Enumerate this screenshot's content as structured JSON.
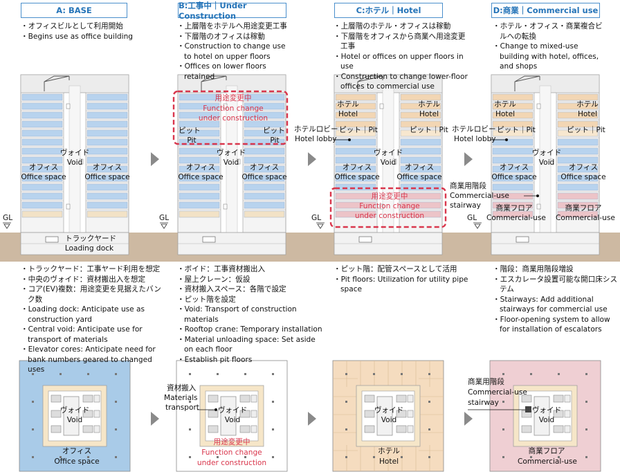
{
  "columns": [
    {
      "header": "A: BASE",
      "top_items": [
        "・オフィスビルとして利用開始",
        "・Begins use as office building"
      ],
      "labels": {
        "void_jp": "ヴォイド",
        "void_en": "Void",
        "office_jp": "オフィス",
        "office_en": "Office space",
        "dock_jp": "トラックヤード",
        "dock_en": "Loading dock",
        "gl": "GL"
      },
      "bottom_items": [
        "・トラックヤード：工事ヤード利用を想定",
        "・中央のヴォイド：資材搬出入を想定",
        "・コア(EV)複数：用途変更を見据えたバンク数",
        "・Loading dock: Anticipate use as construction yard",
        "・Central void: Anticipate use for transport of materials",
        "・Elevator cores: Anticipate need for bank numbers geared to changed uses"
      ],
      "plan_labels": {
        "void_jp": "ヴォイド",
        "void_en": "Void",
        "office_jp": "オフィス",
        "office_en": "Office space"
      }
    },
    {
      "header": "B:工事中｜Under Construction",
      "top_items": [
        "・上層階をホテルへ用途変更工事",
        "・下層階のオフィスは稼動",
        "・Construction to change use to hotel on upper floors",
        "・Offices on lower floors retained"
      ],
      "labels": {
        "conv_jp": "用途変更中",
        "conv_en1": "Function change",
        "conv_en2": "under construction",
        "pit_jp": "ピット",
        "pit_en": "Pit",
        "void_jp": "ヴォイド",
        "void_en": "Void",
        "office_jp": "オフィス",
        "office_en": "Office space",
        "gl": "GL"
      },
      "bottom_items": [
        "・ボイド：工事資材搬出入",
        "・屋上クレーン：仮設",
        "・資材搬入スペース：各階で設定",
        "・ピット階を設定",
        "・Void: Transport of construction materials",
        "・Rooftop crane: Temporary installation",
        "・Material unloading space: Set aside on each floor",
        "・Establish pit floors"
      ],
      "plan_labels": {
        "mat_jp": "資材搬入",
        "mat_en1": "Materials",
        "mat_en2": "transport",
        "void_jp": "ヴォイド",
        "void_en": "Void",
        "conv_jp": "用途変更中",
        "conv_en1": "Function change",
        "conv_en2": "under construction"
      }
    },
    {
      "header": "C:ホテル｜Hotel",
      "top_items": [
        "・上層階のホテル・オフィスは稼動",
        "・下層階をオフィスから商業へ用途変更工事",
        "・Hotel or offices on upper floors in use",
        "・Construction to change lower-floor offices to commercial use"
      ],
      "labels": {
        "hotel_jp": "ホテル",
        "hotel_en": "Hotel",
        "pit": "ピット｜Pit",
        "lobby_jp": "ホテルロビー",
        "lobby_en": "Hotel lobby",
        "void_jp": "ヴォイド",
        "void_en": "Void",
        "office_jp": "オフィス",
        "office_en": "Office space",
        "conv_jp": "用途変更中",
        "conv_en1": "Function change",
        "conv_en2": "under construction",
        "gl": "GL"
      },
      "bottom_items": [
        "・ピット階：配管スペースとして活用",
        "・Pit floors: Utilization for utility pipe space"
      ],
      "plan_labels": {
        "void_jp": "ヴォイド",
        "void_en": "Void",
        "hotel_jp": "ホテル",
        "hotel_en": "Hotel"
      }
    },
    {
      "header": "D:商業｜Commercial use",
      "top_items": [
        "・ホテル・オフィス・商業複合ビルへの転換",
        "・Change to mixed-use building with hotel, offices, and shops"
      ],
      "labels": {
        "hotel_jp": "ホテル",
        "hotel_en": "Hotel",
        "pit": "ピット｜Pit",
        "lobby_jp": "ホテルロビー",
        "lobby_en": "Hotel lobby",
        "void_jp": "ヴォイド",
        "void_en": "Void",
        "office_jp": "オフィス",
        "office_en": "Office space",
        "stair_jp": "商業用階段",
        "stair_en1": "Commercial-use",
        "stair_en2": "stairway",
        "floor_jp": "商業フロア",
        "floor_en": "Commercial-use",
        "gl": "GL"
      },
      "bottom_items": [
        "・階段：商業用階段増設",
        "・エスカレータ設置可能な開口床システム",
        "・Stairways: Add additional stairways for commercial use",
        "・Floor-opening system to allow for installation of escalators"
      ],
      "plan_labels": {
        "stair_jp": "商業用階段",
        "stair_en1": "Commercial-use",
        "stair_en2": "stairway",
        "void_jp": "ヴォイド",
        "void_en": "Void",
        "floor_jp": "商業フロア",
        "floor_en": "Commercial-use"
      }
    }
  ],
  "colors": {
    "header_border": "#4a8fcc",
    "header_text": "#2574b8",
    "office_floor": "#b8d3ee",
    "hotel_floor": "#f2d6b4",
    "commercial_floor": "#ecc4c8",
    "ground": "#cdb9a2",
    "highlight": "#d9364c",
    "plan_office": "#a9cbe8",
    "plan_hotel": "#f5dcbf",
    "plan_commercial": "#efcfd3"
  }
}
